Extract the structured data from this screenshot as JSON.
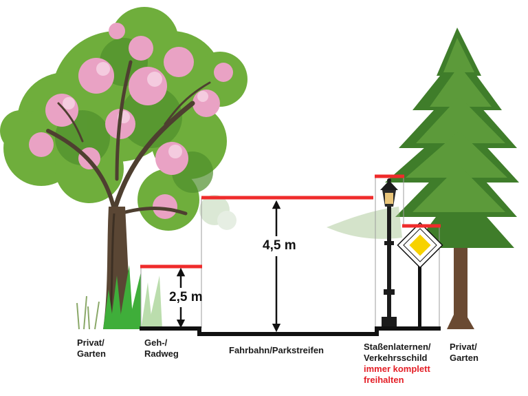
{
  "dimensions": {
    "walkway_height": "2,5 m",
    "road_height": "4,5 m"
  },
  "labels": {
    "left_private_1": "Privat/",
    "left_private_2": "Garten",
    "walkway_1": "Geh-/",
    "walkway_2": "Radweg",
    "road": "Fahrbahn/Parkstreifen",
    "lamp_1": "Staßenlaternen/",
    "lamp_2": "Verkehrsschild",
    "warning_1": "immer komplett",
    "warning_2": "freihalten",
    "right_private_1": "Privat/",
    "right_private_2": "Garten"
  },
  "colors": {
    "clearance": "#ef2b2b",
    "ground": "#111111",
    "warning_text": "#e41e26",
    "blossom": "#e9a2c4",
    "leaf": "#6fae3c",
    "fir": "#3f7d2a",
    "trunk": "#5a4634"
  }
}
